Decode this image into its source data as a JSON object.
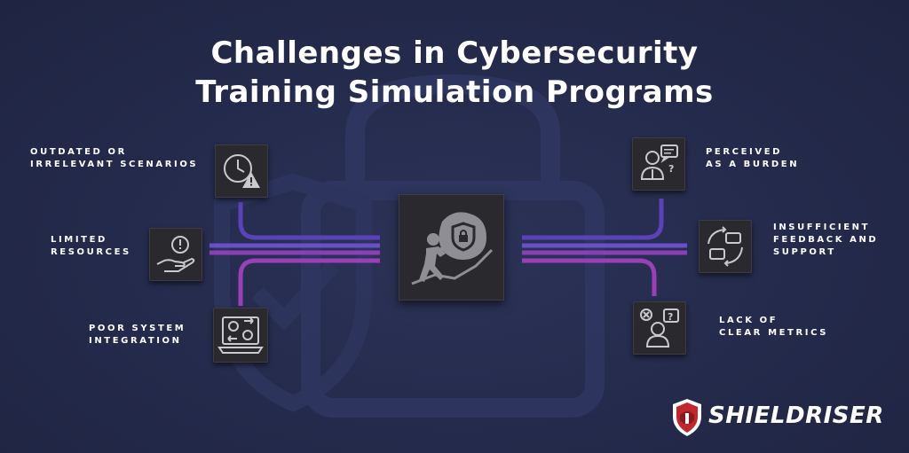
{
  "title": {
    "line1": "Challenges in Cybersecurity",
    "line2": "Training Simulation Programs"
  },
  "center": {
    "icon": "person-pushing-boulder-lock-icon"
  },
  "challenges": [
    {
      "label": "OUTDATED OR\nIRRELEVANT SCENARIOS",
      "icon": "clock-warning-icon"
    },
    {
      "label": "LIMITED\nRESOURCES",
      "icon": "hand-alert-icon"
    },
    {
      "label": "POOR SYSTEM\nINTEGRATION",
      "icon": "laptop-gears-icon"
    },
    {
      "label": "PERCEIVED\nAS A BURDEN",
      "icon": "person-question-icon"
    },
    {
      "label": "INSUFFICIENT\nFEEDBACK AND\nSUPPORT",
      "icon": "feedback-cycle-icon"
    },
    {
      "label": "LACK OF\nCLEAR METRICS",
      "icon": "person-metrics-question-icon"
    }
  ],
  "brand": {
    "name": "SHIELDRISER",
    "icon": "shield-helmet-logo-icon"
  },
  "colors": {
    "background": "#242a4b",
    "tile": "#2a2a2e",
    "wire_purple": "#6a4fc8",
    "wire_magenta": "#9b3fb8",
    "brand_red": "#c0282d"
  }
}
